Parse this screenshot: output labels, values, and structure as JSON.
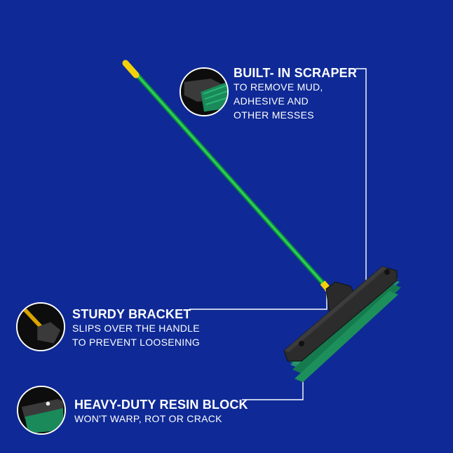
{
  "background_color": "#0f2a96",
  "image_content": {
    "subject": "push broom with green handle and green/black bristles",
    "handle_color": "#1fb34a",
    "handle_tip_color": "#f4d20b",
    "block_color": "#2a2a2a",
    "bristle_color": "#1a8a5a"
  },
  "callouts": {
    "scraper": {
      "title": "BUILT- IN SCRAPER",
      "lines": [
        "TO REMOVE MUD,",
        "ADHESIVE AND",
        "OTHER MESSES"
      ],
      "icon": "scraper-closeup-thumbnail"
    },
    "bracket": {
      "title": "STURDY BRACKET",
      "lines": [
        "SLIPS OVER THE HANDLE",
        "TO PREVENT LOOSENING"
      ],
      "icon": "bracket-closeup-thumbnail"
    },
    "block": {
      "title": "HEAVY-DUTY RESIN BLOCK",
      "lines": [
        "WON'T WARP, ROT OR CRACK"
      ],
      "icon": "block-closeup-thumbnail"
    }
  }
}
